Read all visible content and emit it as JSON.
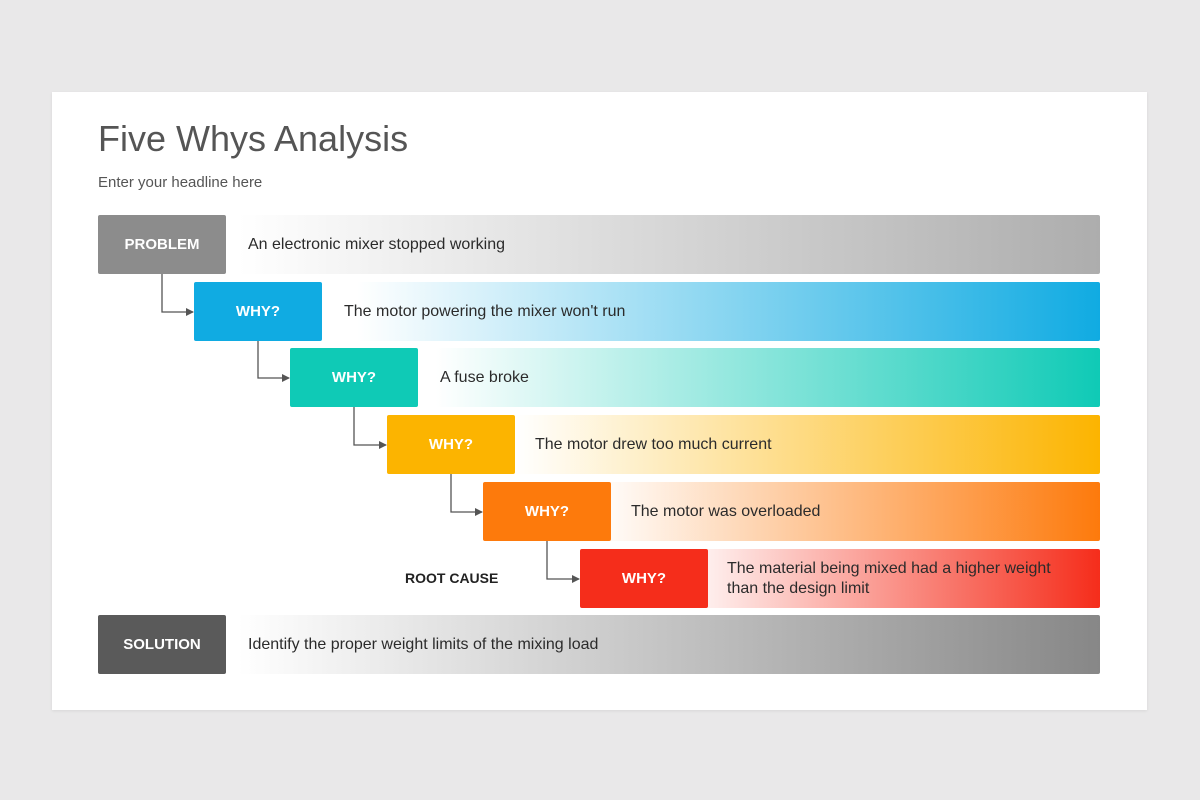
{
  "title": "Five Whys Analysis",
  "subtitle": "Enter your headline here",
  "problem": {
    "label": "PROBLEM",
    "text": "An electronic mixer stopped working",
    "color": "#8c8c8c"
  },
  "whys": [
    {
      "label": "WHY?",
      "text": "The motor powering the mixer won't run",
      "color": "#10abe2"
    },
    {
      "label": "WHY?",
      "text": "A fuse broke",
      "color": "#0fcab6"
    },
    {
      "label": "WHY?",
      "text": "The motor drew too much current",
      "color": "#fcb400"
    },
    {
      "label": "WHY?",
      "text": "The motor was overloaded",
      "color": "#fd7a0c"
    },
    {
      "label": "WHY?",
      "text": "The material being mixed had a higher weight than the design limit",
      "color": "#f52d1b"
    }
  ],
  "root_cause_label": "ROOT CAUSE",
  "solution": {
    "label": "SOLUTION",
    "text": "Identify the proper weight limits of the mixing load",
    "color": "#5a5a5a"
  }
}
